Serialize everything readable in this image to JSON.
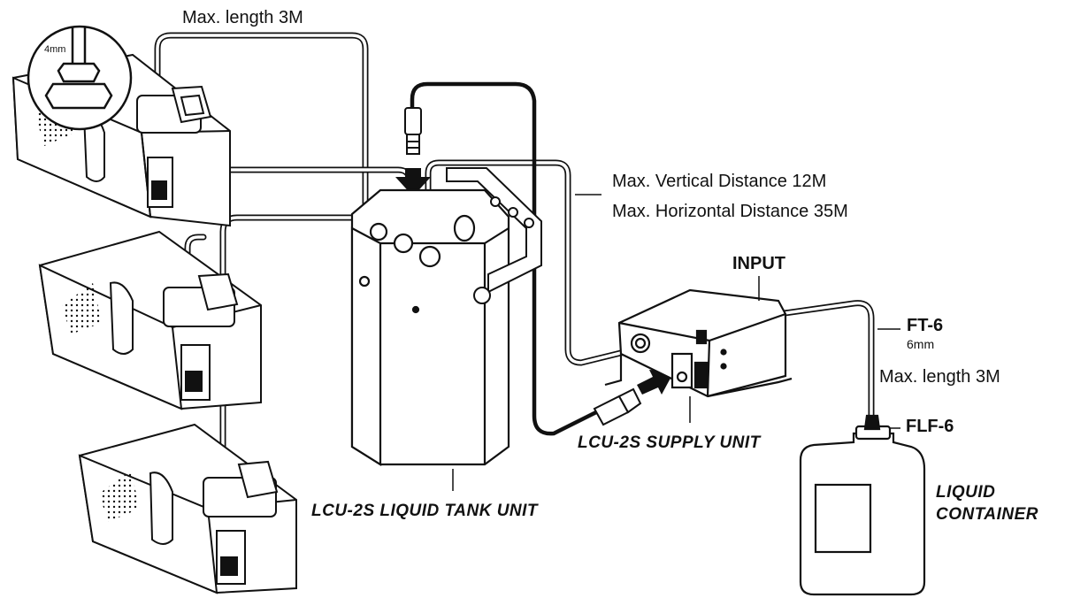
{
  "labels": {
    "max_length_top": "Max. length 3M",
    "max_vertical": "Max. Vertical Distance 12M",
    "max_horizontal": "Max. Horizontal Distance 35M",
    "input": "INPUT",
    "ft6": "FT-6",
    "ft6_size": "6mm",
    "max_length_right": "Max. length 3M",
    "flf6": "FLF-6",
    "supply_unit": "LCU-2S SUPPLY UNIT",
    "tank_unit": "LCU-2S LIQUID TANK UNIT",
    "liquid_line1": "LIQUID",
    "liquid_line2": "CONTAINER",
    "detail_size": "4mm"
  },
  "colors": {
    "ink": "#111111",
    "tube": "#e9e9e9",
    "panel": "#ffffff"
  }
}
